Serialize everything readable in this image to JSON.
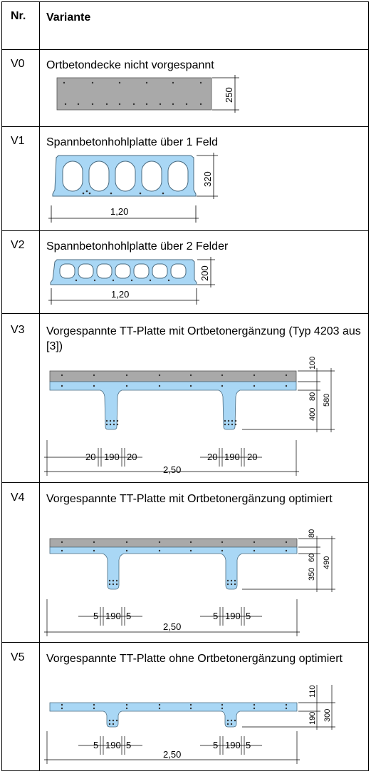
{
  "header": {
    "nr": "Nr.",
    "variante": "Variante"
  },
  "rows": [
    {
      "nr": "V0",
      "text": "Ortbetondecke nicht vorgespannt",
      "dims": [
        "250"
      ]
    },
    {
      "nr": "V1",
      "text": "Spannbetonhohlplatte über 1 Feld",
      "dims": [
        "320",
        "1,20"
      ]
    },
    {
      "nr": "V2",
      "text": "Spannbetonhohlplatte über 2 Felder",
      "dims": [
        "200",
        "1,20"
      ]
    },
    {
      "nr": "V3",
      "text": "Vorgespannte TT-Platte mit Ortbetonergänzung (Typ 4203 aus [3])",
      "dims": [
        "100",
        "80",
        "400",
        "580",
        "20",
        "190",
        "20",
        "20",
        "190",
        "20",
        "2,50"
      ]
    },
    {
      "nr": "V4",
      "text": "Vorgespannte TT-Platte mit Ortbetonergänzung optimiert",
      "dims": [
        "80",
        "60",
        "350",
        "490",
        "5",
        "190",
        "5",
        "5",
        "190",
        "5",
        "2,50"
      ]
    },
    {
      "nr": "V5",
      "text": "Vorgespannte TT-Platte ohne Ortbetonergänzung optimiert",
      "dims": [
        "110",
        "190",
        "300",
        "5",
        "190",
        "5",
        "5",
        "190",
        "5",
        "2,50"
      ]
    }
  ],
  "colors": {
    "precast": "#a9d7f5",
    "insitu": "#a9a9a9",
    "line": "#000000"
  }
}
